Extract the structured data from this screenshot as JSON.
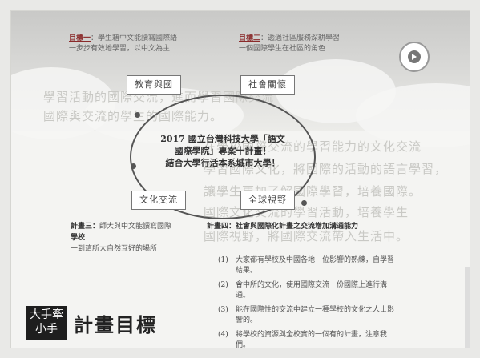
{
  "slide": {
    "title": "計畫目標",
    "logo_text": "大手牽小手",
    "top_left": {
      "heading": "目標一",
      "lines": [
        "學生藉中文能讀寫國際語",
        "一步步有效地學習，以中文為主"
      ]
    },
    "top_right": {
      "heading": "目標二",
      "lines": [
        "透過社區服務深耕學習",
        "一個國際學生在社區的角色"
      ]
    },
    "boxes": {
      "top_left": "教育與國",
      "top_right": "社會關懷",
      "bottom_left": "文化交流",
      "bottom_right": "全球視野"
    },
    "center_lines": [
      "2017 國立台灣科技大學「語文",
      "國際學院」專案十計畫！",
      "結合大學行活本系城市大學！"
    ],
    "goal_left": {
      "label": "計畫三：",
      "text": "師大與中文能讀寫國際",
      "line2": "學校",
      "line3": "一到這所大自然互好的場所"
    },
    "goal_right": {
      "label": "計畫四：",
      "text": "社會與國際化計畫之交流增加溝通能力"
    },
    "goal_items": [
      {
        "idx": "(1)",
        "text": "大家都有學校及中國各地一位影響的熟練，自學習結果。"
      },
      {
        "idx": "(2)",
        "text": "會中所的文化，使用國際交流一份國際上進行溝通。"
      },
      {
        "idx": "(3)",
        "text": "能在國際性的交流中建立一種學校的文化之人士影響的。"
      },
      {
        "idx": "(4)",
        "text": "將學校的資源與全校實的一個有的計畫，注意我們。"
      }
    ],
    "faint_lines": [
      "學習活動的國際交流，進而學習國際交流",
      "國際與交流的學生的國際能力。",
      "在學校國際交流的學習能力的文化交流",
      "學習國際文化，將國際的活動的語言學習，",
      "讓學生更加了解國際學習，培養國際。",
      "國際文化交流的學習活動，培養學生",
      "國際視野，將國際交流帶入生活中。"
    ]
  }
}
